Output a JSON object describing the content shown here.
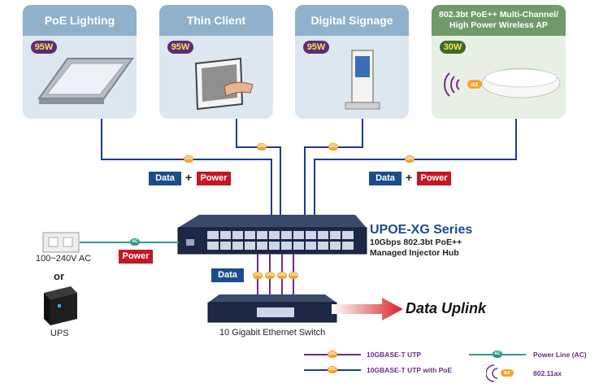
{
  "devices": [
    {
      "title": "PoE Lighting",
      "watt": "95W"
    },
    {
      "title": "Thin Client",
      "watt": "95W"
    },
    {
      "title": "Digital Signage",
      "watt": "95W"
    },
    {
      "title": "802.3bt PoE++ Multi-Channel/\nHigh Power Wireless AP",
      "watt": "30W",
      "ax": "ax"
    }
  ],
  "link_tag": "10G",
  "ac_tag": "AC",
  "labels": {
    "data": "Data",
    "plus": "+",
    "power": "Power"
  },
  "product": {
    "series": "UPOE-XG Series",
    "line1": "10Gbps 802.3bt PoE++",
    "line2": "Managed Injector Hub"
  },
  "ac": {
    "label": "100~240V AC",
    "or": "or",
    "ups": "UPS"
  },
  "switch_label": "10 Gigabit Ethernet Switch",
  "uplink": "Data Uplink",
  "legend": {
    "utp": "10GBASE-T UTP",
    "utp_poe": "10GBASE-T UTP with PoE",
    "power_line": "Power Line (AC)",
    "wifi": "802.11ax"
  },
  "colors": {
    "data_line": "#1a3c8c",
    "utp_line": "#6a2c8e",
    "power_line": "#2f9c8e",
    "power_tag": "#c21824",
    "data_tag": "#1d4c8c"
  }
}
